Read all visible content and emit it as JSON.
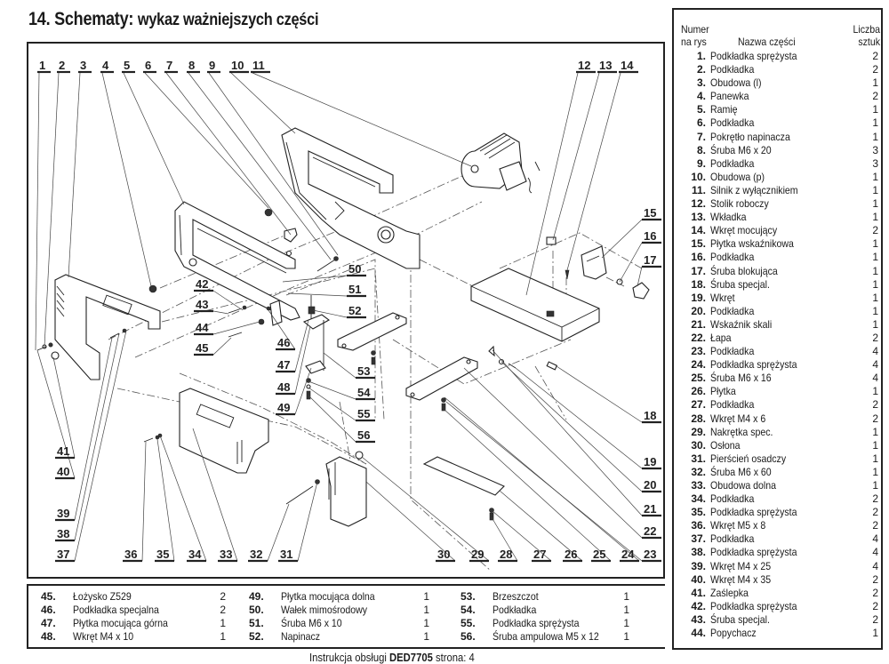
{
  "header": {
    "title_main": "14. Schematy:",
    "title_sub": "wykaz ważniejszych części"
  },
  "parts_table": {
    "col_number": "Numer na rys",
    "col_number_l1": "Numer",
    "col_number_l2": "na rys",
    "col_name": "Nazwa części",
    "col_qty_l1": "Liczba",
    "col_qty_l2": "sztuk",
    "rows": [
      {
        "no": "1.",
        "name": "Podkładka sprężysta",
        "qty": "2"
      },
      {
        "no": "2.",
        "name": "Podkładka",
        "qty": "2"
      },
      {
        "no": "3.",
        "name": "Obudowa (l)",
        "qty": "1"
      },
      {
        "no": "4.",
        "name": "Panewka",
        "qty": "2"
      },
      {
        "no": "5.",
        "name": "Ramię",
        "qty": "1"
      },
      {
        "no": "6.",
        "name": "Podkładka",
        "qty": "1"
      },
      {
        "no": "7.",
        "name": "Pokrętło napinacza",
        "qty": "1"
      },
      {
        "no": "8.",
        "name": "Śruba M6 x 20",
        "qty": "3"
      },
      {
        "no": "9.",
        "name": "Podkładka",
        "qty": "3"
      },
      {
        "no": "10.",
        "name": "Obudowa (p)",
        "qty": "1"
      },
      {
        "no": "11.",
        "name": "Silnik z wyłącznikiem",
        "qty": "1"
      },
      {
        "no": "12.",
        "name": "Stolik roboczy",
        "qty": "1"
      },
      {
        "no": "13.",
        "name": "Wkładka",
        "qty": "1"
      },
      {
        "no": "14.",
        "name": "Wkręt mocujący",
        "qty": "2"
      },
      {
        "no": "15.",
        "name": "Płytka wskaźnikowa",
        "qty": "1"
      },
      {
        "no": "16.",
        "name": "Podkładka",
        "qty": "1"
      },
      {
        "no": "17.",
        "name": "Śruba blokująca",
        "qty": "1"
      },
      {
        "no": "18.",
        "name": "Śruba specjal.",
        "qty": "1"
      },
      {
        "no": "19.",
        "name": "Wkręt",
        "qty": "1"
      },
      {
        "no": "20.",
        "name": "Podkładka",
        "qty": "1"
      },
      {
        "no": "21.",
        "name": "Wskaźnik skali",
        "qty": "1"
      },
      {
        "no": "22.",
        "name": "Łapa",
        "qty": "2"
      },
      {
        "no": "23.",
        "name": "Podkładka",
        "qty": "4"
      },
      {
        "no": "24.",
        "name": "Podkładka sprężysta",
        "qty": "4"
      },
      {
        "no": "25.",
        "name": "Śruba M6 x 16",
        "qty": "4"
      },
      {
        "no": "26.",
        "name": "Płytka",
        "qty": "1"
      },
      {
        "no": "27.",
        "name": "Podkładka",
        "qty": "2"
      },
      {
        "no": "28.",
        "name": "Wkręt M4 x 6",
        "qty": "2"
      },
      {
        "no": "29.",
        "name": "Nakrętka spec.",
        "qty": "1"
      },
      {
        "no": "30.",
        "name": "Osłona",
        "qty": "1"
      },
      {
        "no": "31.",
        "name": "Pierścień osadczy",
        "qty": "1"
      },
      {
        "no": "32.",
        "name": "Śruba M6 x 60",
        "qty": "1"
      },
      {
        "no": "33.",
        "name": "Obudowa dolna",
        "qty": "1"
      },
      {
        "no": "34.",
        "name": "Podkładka",
        "qty": "2"
      },
      {
        "no": "35.",
        "name": "Podkładka sprężysta",
        "qty": "2"
      },
      {
        "no": "36.",
        "name": "Wkręt M5 x 8",
        "qty": "2"
      },
      {
        "no": "37.",
        "name": "Podkładka",
        "qty": "4"
      },
      {
        "no": "38.",
        "name": "Podkładka sprężysta",
        "qty": "4"
      },
      {
        "no": "39.",
        "name": "Wkręt M4 x 25",
        "qty": "4"
      },
      {
        "no": "40.",
        "name": "Wkręt M4 x 35",
        "qty": "2"
      },
      {
        "no": "41.",
        "name": "Zaślepka",
        "qty": "2"
      },
      {
        "no": "42.",
        "name": "Podkładka sprężysta",
        "qty": "2"
      },
      {
        "no": "43.",
        "name": "Śruba specjal.",
        "qty": "2"
      },
      {
        "no": "44.",
        "name": "Popychacz",
        "qty": "1"
      }
    ]
  },
  "bottom_table": {
    "columns": [
      [
        {
          "no": "45.",
          "name": "Łożysko  Z529",
          "qty": "2"
        },
        {
          "no": "46.",
          "name": "Podkładka specjalna",
          "qty": "2"
        },
        {
          "no": "47.",
          "name": "Płytka mocująca górna",
          "qty": "1"
        },
        {
          "no": "48.",
          "name": "Wkręt M4 x 10",
          "qty": "1"
        }
      ],
      [
        {
          "no": "49.",
          "name": "Płytka mocująca dolna",
          "qty": "1"
        },
        {
          "no": "50.",
          "name": "Wałek mimośrodowy",
          "qty": "1"
        },
        {
          "no": "51.",
          "name": "Śruba M6 x 10",
          "qty": "1"
        },
        {
          "no": "52.",
          "name": "Napinacz",
          "qty": "1"
        }
      ],
      [
        {
          "no": "53.",
          "name": "Brzeszczot",
          "qty": "1"
        },
        {
          "no": "54.",
          "name": "Podkładka",
          "qty": "1"
        },
        {
          "no": "55.",
          "name": "Podkładka sprężysta",
          "qty": "1"
        },
        {
          "no": "56.",
          "name": "Śruba ampulowa M5 x 12",
          "qty": "1"
        }
      ]
    ]
  },
  "diagram": {
    "callouts": [
      "1",
      "2",
      "3",
      "4",
      "5",
      "6",
      "7",
      "8",
      "9",
      "10",
      "11",
      "12",
      "13",
      "14",
      "15",
      "16",
      "17",
      "18",
      "19",
      "20",
      "21",
      "22",
      "23",
      "24",
      "25",
      "26",
      "27",
      "28",
      "29",
      "30",
      "31",
      "32",
      "33",
      "34",
      "35",
      "36",
      "37",
      "38",
      "39",
      "40",
      "41",
      "42",
      "43",
      "44",
      "45",
      "46",
      "47",
      "48",
      "49",
      "50",
      "51",
      "52",
      "53",
      "54",
      "55",
      "56"
    ]
  },
  "footer": {
    "prefix": "Instrukcja obsługi",
    "model": "DED7705",
    "page_label": "strona:",
    "page_number": "4"
  }
}
